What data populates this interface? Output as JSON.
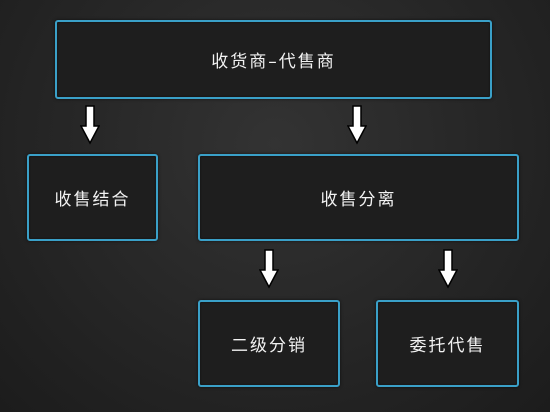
{
  "nodes": {
    "root": "收货商–代售商",
    "combined": "收售结合",
    "separate": "收售分离",
    "secondary_distribution": "二级分销",
    "consignment": "委托代售"
  },
  "colors": {
    "background": "#2b2b2b",
    "node_border": "#3aa0c8",
    "node_fill": "#1e1e1e",
    "text": "#f2f2f2",
    "arrow_fill": "#ffffff",
    "arrow_stroke": "#000000"
  },
  "icons": {
    "arrow": "arrow-down-icon"
  }
}
